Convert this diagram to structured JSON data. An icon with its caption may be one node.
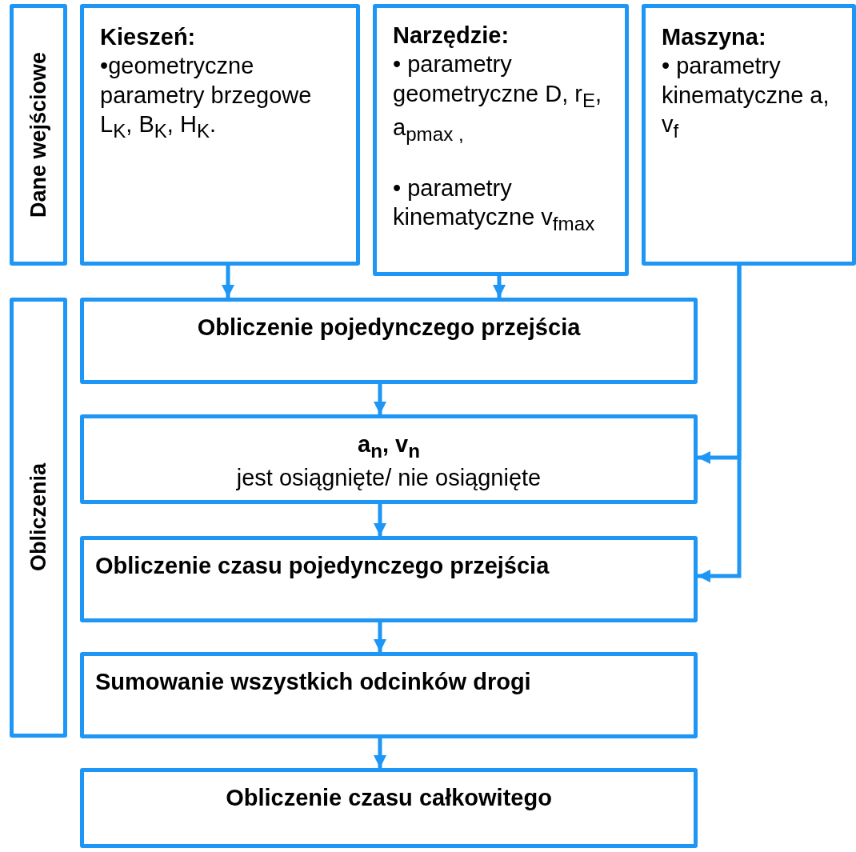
{
  "diagram": {
    "nodes": [
      {
        "text": [
          "Dane wejściowe"
        ]
      },
      {
        "text": [
          "Kieszeń:",
          "•geometryczne parametry brzegowe L$_{K}$, B$_{K}$, H$_{K}$."
        ]
      },
      {
        "text": [
          "Narzędzie:",
          "• parametry geometryczne D, r$_{E}$, a$_{pmax ,}$",
          "• parametry kinematyczne v$_{fmax}$"
        ]
      },
      {
        "text": [
          "Maszyna:",
          "• parametry kinematyczne a, v$_{f}$"
        ]
      },
      {
        "text": [
          "Obliczenia"
        ]
      },
      {
        "text": [
          "Obliczenie pojedynczego przejścia"
        ]
      },
      {
        "text": [
          "a$_{n}$, v$_{n}$",
          "jest osiągnięte/ nie osiągnięte"
        ]
      },
      {
        "text": [
          "Obliczenie czasu pojedynczego przejścia"
        ]
      },
      {
        "text": [
          "Sumowanie wszystkich odcinków drogi"
        ]
      },
      {
        "text": [
          "Obliczenie czasu całkowitego"
        ]
      }
    ],
    "edges": [
      {
        "from": 1,
        "to": 5,
        "arrow": "to"
      },
      {
        "from": 2,
        "to": 5,
        "arrow": "to"
      },
      {
        "from": 3,
        "to": 6,
        "arrow": "to"
      },
      {
        "from": 3,
        "to": 7,
        "arrow": "to"
      },
      {
        "from": 5,
        "to": 6,
        "arrow": "to"
      },
      {
        "from": 6,
        "to": 7,
        "arrow": "to"
      },
      {
        "from": 7,
        "to": 8,
        "arrow": "to"
      },
      {
        "from": 8,
        "to": 9,
        "arrow": "to"
      }
    ]
  }
}
